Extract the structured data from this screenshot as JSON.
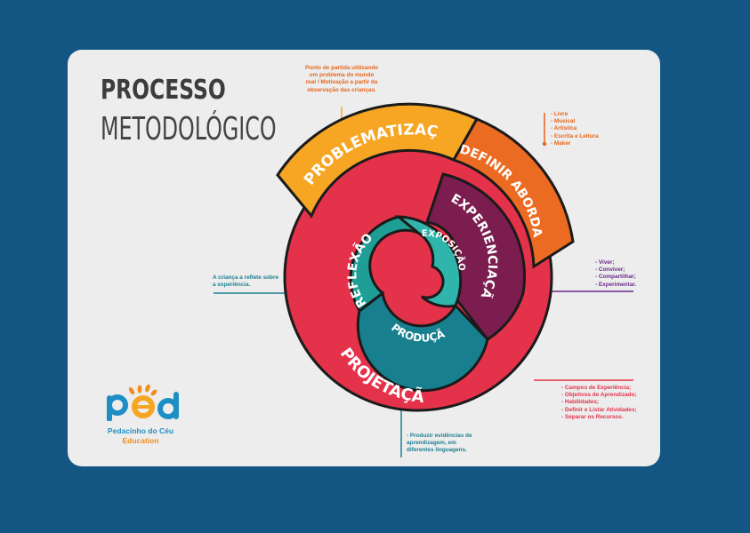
{
  "title": {
    "line1": "PROCESSO",
    "line2": "METODOLÓGICO"
  },
  "segments": {
    "problematizacao": "PROBLEMATIZAÇÃO",
    "definir_abordagem": "DEFINIR ABORDAGEM",
    "experienciacao": "EXPERIENCIAÇÃO",
    "projetacao": "PROJETAÇÃO",
    "producao": "PRODUÇÃO",
    "reflexao": "REFLEXÃO",
    "exposicao": "EXPOSIÇÃO"
  },
  "annotations": {
    "top": "Ponto de partida utilizando\num problema do mundo\nreal / Motivação a partir da\nobservação das crianças.",
    "right_abordagem": "- Livre\n- Musical\n- Artística\n- Escrita e Leitura\n- Maker",
    "right_experienciacao": "- Viver;\n- Conviver;\n- Compartilhar;\n- Experimentar.",
    "left_reflexao": "A criança a reflete sobre\na experiência.",
    "right_projetacao": "- Campos de Experiência;\n- Objetivos de Aprendizado;\n- Habilidades;\n- Definir e Listar Atividades;\n- Separar os Recursos.",
    "bottom_producao": "- Produzir evidências de\naprendizagem, em\ndiferentes linguagens."
  },
  "logo": {
    "name": "Pedacinho do Céu",
    "sub": "Education"
  },
  "colors": {
    "background": "#135684",
    "card": "#ededed",
    "problematizacao": "#f6a623",
    "definir_abordagem": "#ec6b23",
    "projetacao": "#e5324b",
    "experienciacao": "#7b1d4f",
    "producao": "#177f8d",
    "reflexao": "#1f9e95",
    "exposicao": "#2fb5ab"
  }
}
